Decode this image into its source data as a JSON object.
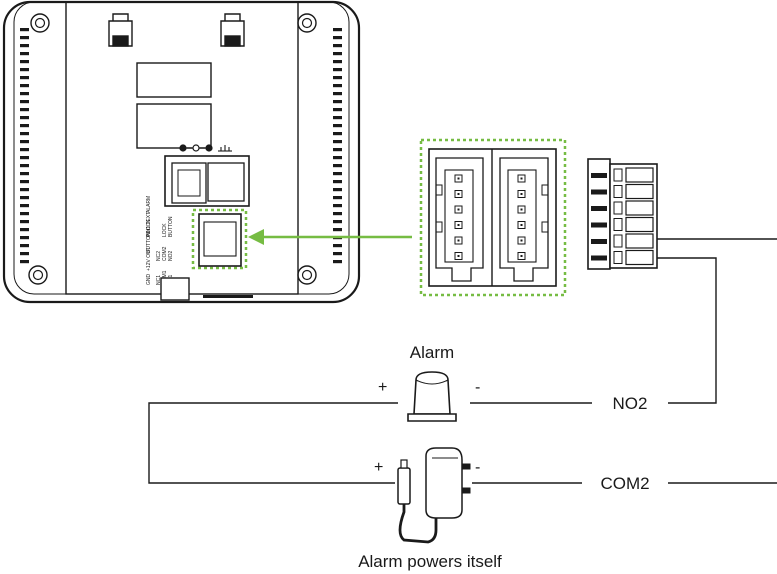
{
  "labels": {
    "alarm": "Alarm",
    "alarm_powers_itself": "Alarm powers itself",
    "no2": "NO2",
    "com2": "COM2",
    "alarm_plus": "+",
    "alarm_minus": "-",
    "adapter_plus": "+",
    "adapter_minus": "-"
  },
  "device_port_labels": {
    "col1": [
      "GND",
      "+12V OUT",
      "BUTTON",
      "PIN1 TEXT"
    ],
    "col2": [
      "NC1",
      "LOCK",
      "COM1",
      "NO1",
      "BUTTON",
      "NC2",
      "COM2",
      "NO2"
    ],
    "group_lock": "LOCK",
    "group_alarm": "ALARM"
  },
  "colors": {
    "highlight": "#76bc43",
    "line": "#1a1a1a",
    "device_fill": "#ffffff"
  },
  "icons": {
    "arrow": "green-arrow-icon",
    "alarm": "alarm-siren-icon",
    "adapter": "power-adapter-icon"
  }
}
